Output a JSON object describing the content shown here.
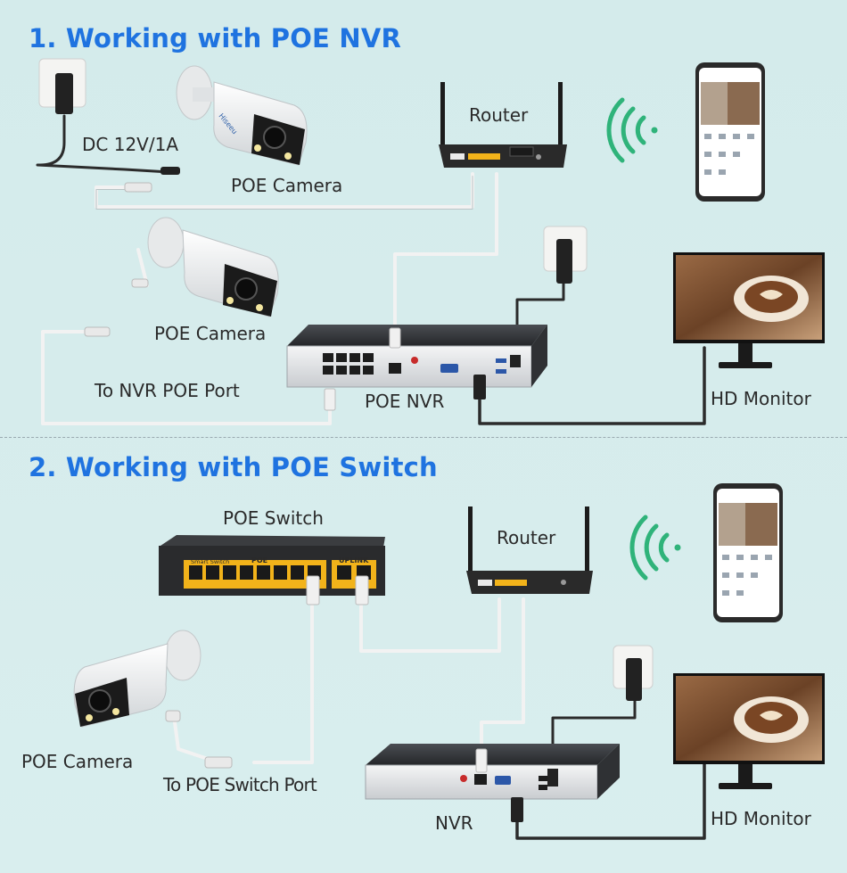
{
  "sections": [
    {
      "heading": "1. Working with POE NVR",
      "labels": {
        "dc_power": "DC 12V/1A",
        "poe_camera_top": "POE Camera",
        "router": "Router",
        "poe_camera_mid": "POE Camera",
        "to_nvr_port": "To NVR POE Port",
        "poe_nvr": "POE NVR",
        "hd_monitor": "HD Monitor"
      }
    },
    {
      "heading": "2. Working with POE Switch",
      "labels": {
        "poe_switch": "POE Switch",
        "router": "Router",
        "poe_camera": "POE Camera",
        "to_switch_port": "To POE Switch Port",
        "nvr": "NVR",
        "hd_monitor": "HD Monitor"
      }
    }
  ],
  "device_text": {
    "switch_poe": "POE",
    "switch_uplink": "UPLINK",
    "switch_brand": "Smart Switch"
  },
  "colors": {
    "heading": "#1f73e0",
    "wifi": "#2fb37a",
    "cable_light": "#f2f2f2",
    "cable_dark": "#2b2b2b",
    "switch_accent": "#f2b31a"
  }
}
